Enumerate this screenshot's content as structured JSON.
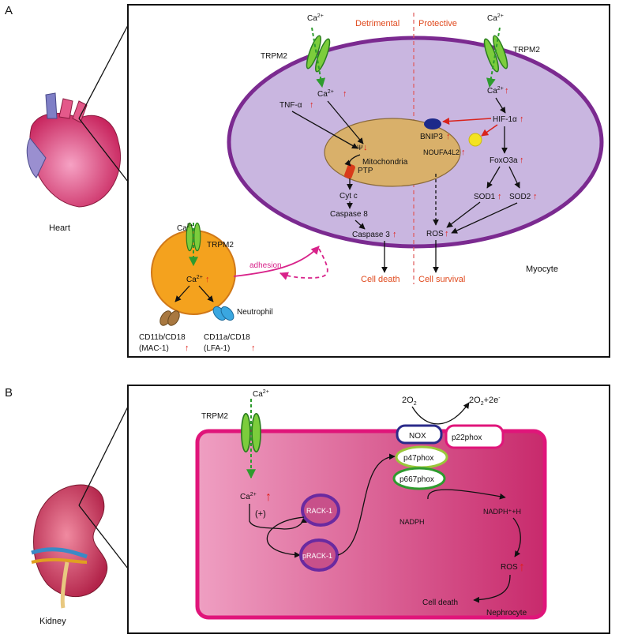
{
  "panel_a": {
    "letter": "A",
    "organ": "Heart",
    "divider_left": "Detrimental",
    "divider_right": "Protective",
    "cell": "Myocyte",
    "channel": "TRPM2",
    "ca_in": "Ca",
    "ca_sup": "2+",
    "tnf": "TNF-α",
    "psi": "Ψ",
    "mito": "Mitochondria",
    "ptp": "PTP",
    "cytc": "Cyt c",
    "casp8": "Caspase 8",
    "casp3": "Caspase 3",
    "cell_death": "Cell death",
    "bnip3": "BNIP3",
    "noufa": "NOUFA4L2",
    "hif": "HIF-1α",
    "foxo": "FoxO3a",
    "sod1": "SOD1",
    "sod2": "SOD2",
    "ros": "ROS",
    "cell_survival": "Cell survival",
    "adhesion": "adhesion",
    "neutrophil": "Neutrophil",
    "cd11b": "CD11b/CD18",
    "mac1": "(MAC-1)",
    "cd11a": "CD11a/CD18",
    "lfa1": "(LFA-1)"
  },
  "panel_b": {
    "letter": "B",
    "organ": "Kidney",
    "channel": "TRPM2",
    "ca": "Ca",
    "ca_sup": "2+",
    "plus": "(+)",
    "rack1": "RACK-1",
    "prack1": "pRACK-1",
    "o2_left": "2O",
    "o2_left_sub": "2",
    "o2_right": "2O",
    "o2_right_sub": "2",
    "o2_right_tail": "+2e",
    "o2_right_sup": "-",
    "nox": "NOX",
    "p22": "p22phox",
    "p47": "p47phox",
    "p67": "p667phox",
    "nadph": "NADPH",
    "nadph_h": "NADPH⁺+H",
    "ros": "ROS",
    "cell_death": "Cell death",
    "cell": "Nephrocyte"
  },
  "colors": {
    "arrow_up": "#e0201a",
    "label_red": "#e04a1e",
    "cell_a": "#c9b6e0",
    "cell_a_border": "#7b2a90",
    "mito": "#d9b06a",
    "cell_b": "#d23b78",
    "cell_b_border": "#e0157a",
    "channel_green": "#2e9b2e",
    "neutrophil": "#f4a21e",
    "magenta": "#d8238a"
  }
}
